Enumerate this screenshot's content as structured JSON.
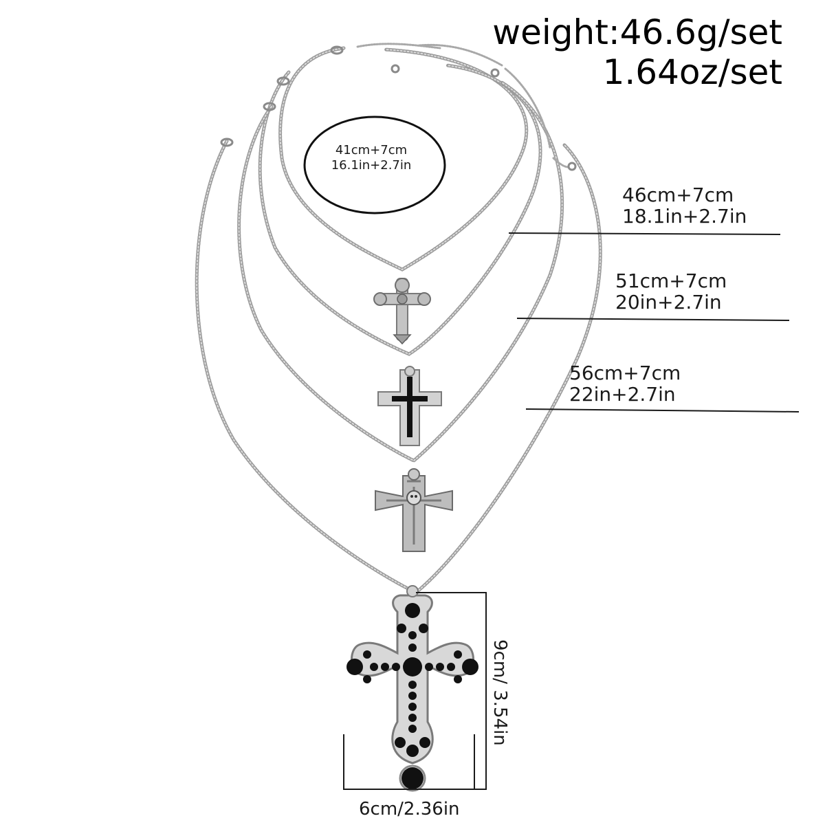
{
  "weight": {
    "line1": "weight:46.6g/set",
    "line2": "1.64oz/set"
  },
  "necklaces": [
    {
      "cm": "41cm+7cm",
      "inch": "16.1in+2.7in"
    },
    {
      "cm": "46cm+7cm",
      "inch": "18.1in+2.7in"
    },
    {
      "cm": "51cm+7cm",
      "inch": "20in+2.7in"
    },
    {
      "cm": "56cm+7cm",
      "inch": "22in+2.7in"
    }
  ],
  "pendant": {
    "height": "9cm/ 3.54in",
    "width": "6cm/2.36in"
  },
  "colors": {
    "silver": "#b9b9b9",
    "silver_dark": "#7d7d7d",
    "stone": "#111111",
    "line": "#1a1a1a"
  }
}
